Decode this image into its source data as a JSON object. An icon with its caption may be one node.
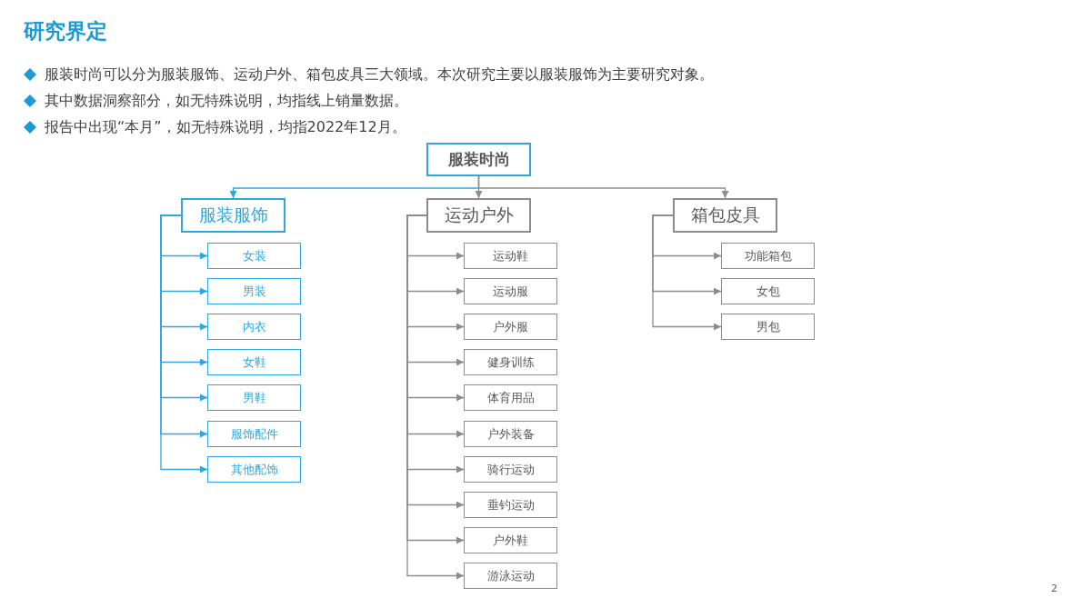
{
  "diagram": {
    "title": "研究界定",
    "nodes": [
      {
        "text": [
          "服装时尚"
        ]
      },
      {
        "text": [
          "服装服饰"
        ]
      },
      {
        "text": [
          "女装"
        ]
      },
      {
        "text": [
          "男装"
        ]
      },
      {
        "text": [
          "内衣"
        ]
      },
      {
        "text": [
          "女鞋"
        ]
      },
      {
        "text": [
          "男鞋"
        ]
      },
      {
        "text": [
          "服饰配件"
        ]
      },
      {
        "text": [
          "其他配饰"
        ]
      },
      {
        "text": [
          "运动户外"
        ]
      },
      {
        "text": [
          "运动鞋"
        ]
      },
      {
        "text": [
          "运动服"
        ]
      },
      {
        "text": [
          "户外服"
        ]
      },
      {
        "text": [
          "健身训练"
        ]
      },
      {
        "text": [
          "体育用品"
        ]
      },
      {
        "text": [
          "户外装备"
        ]
      },
      {
        "text": [
          "骑行运动"
        ]
      },
      {
        "text": [
          "垂钓运动"
        ]
      },
      {
        "text": [
          "户外鞋"
        ]
      },
      {
        "text": [
          "游泳运动"
        ]
      },
      {
        "text": [
          "箱包皮具"
        ]
      },
      {
        "text": [
          "功能箱包"
        ]
      },
      {
        "text": [
          "女包"
        ]
      },
      {
        "text": [
          "男包"
        ]
      }
    ],
    "edges": [
      {
        "from": 0,
        "to": 1,
        "arrow": "to",
        "color": "#2ea7df"
      },
      {
        "from": 0,
        "to": 9,
        "arrow": "to"
      },
      {
        "from": 0,
        "to": 20,
        "arrow": "to"
      },
      {
        "from": 1,
        "to": 2,
        "arrow": "to",
        "color": "#2ea7df"
      },
      {
        "from": 1,
        "to": 3,
        "arrow": "to",
        "color": "#2ea7df"
      },
      {
        "from": 1,
        "to": 4,
        "arrow": "to",
        "color": "#2ea7df"
      },
      {
        "from": 1,
        "to": 5,
        "arrow": "to",
        "color": "#2ea7df"
      },
      {
        "from": 1,
        "to": 6,
        "arrow": "to",
        "color": "#2ea7df"
      },
      {
        "from": 1,
        "to": 7,
        "arrow": "to",
        "color": "#2ea7df"
      },
      {
        "from": 1,
        "to": 8,
        "arrow": "to",
        "color": "#2ea7df"
      },
      {
        "from": 9,
        "to": 10,
        "arrow": "to"
      },
      {
        "from": 9,
        "to": 11,
        "arrow": "to"
      },
      {
        "from": 9,
        "to": 12,
        "arrow": "to"
      },
      {
        "from": 9,
        "to": 13,
        "arrow": "to"
      },
      {
        "from": 9,
        "to": 14,
        "arrow": "to"
      },
      {
        "from": 9,
        "to": 15,
        "arrow": "to"
      },
      {
        "from": 9,
        "to": 16,
        "arrow": "to"
      },
      {
        "from": 9,
        "to": 17,
        "arrow": "to"
      },
      {
        "from": 9,
        "to": 18,
        "arrow": "to"
      },
      {
        "from": 9,
        "to": 19,
        "arrow": "to"
      },
      {
        "from": 20,
        "to": 21,
        "arrow": "to"
      },
      {
        "from": 20,
        "to": 22,
        "arrow": "to"
      },
      {
        "from": 20,
        "to": 23,
        "arrow": "to"
      }
    ],
    "labels": [
      "服装时尚可以分为服装服饰、运动户外、箱包皮具三大领域。本次研究主要以服装服饰为主要研究对象。",
      "其中数据洞察部分，如无特殊说明，均指线上销量数据。",
      "报告中出现“本月”，如无特殊说明，均指2022年12月。",
      "2"
    ]
  }
}
